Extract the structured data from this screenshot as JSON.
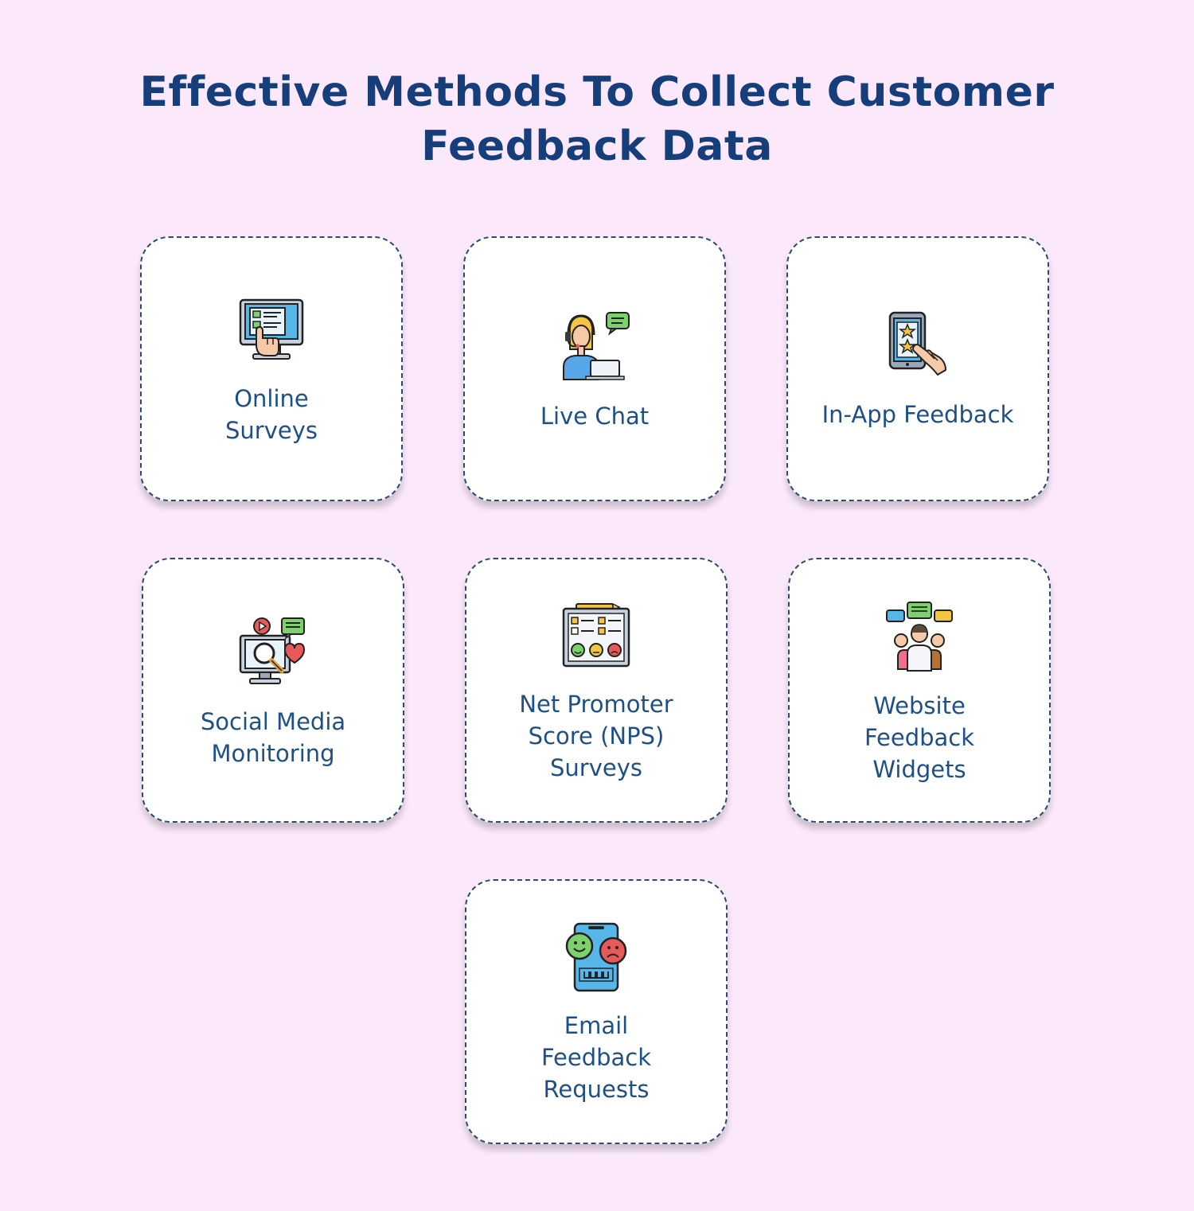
{
  "title": {
    "line1": "Effective Methods To Collect Customer",
    "line2": "Feedback Data"
  },
  "cards": [
    {
      "icon": "online-survey-icon",
      "lines": [
        "Online",
        "Surveys"
      ]
    },
    {
      "icon": "support-agent-icon",
      "lines": [
        "Live Chat"
      ]
    },
    {
      "icon": "mobile-rating-icon",
      "lines": [
        "In-App Feedback"
      ]
    },
    {
      "icon": "social-monitoring-icon",
      "lines": [
        "Social Media",
        "Monitoring"
      ]
    },
    {
      "icon": "nps-checklist-icon",
      "lines": [
        "Net Promoter",
        "Score (NPS)",
        "Surveys"
      ]
    },
    {
      "icon": "group-chat-icon",
      "lines": [
        "Website",
        "Feedback",
        "Widgets"
      ]
    },
    {
      "icon": "email-feedback-icon",
      "lines": [
        "Email",
        "Feedback",
        "Requests"
      ]
    }
  ],
  "colors": {
    "background": "#fbe9fb",
    "title": "#163e7a",
    "label": "#1e4f86",
    "card_border": "#2e4a6e"
  }
}
